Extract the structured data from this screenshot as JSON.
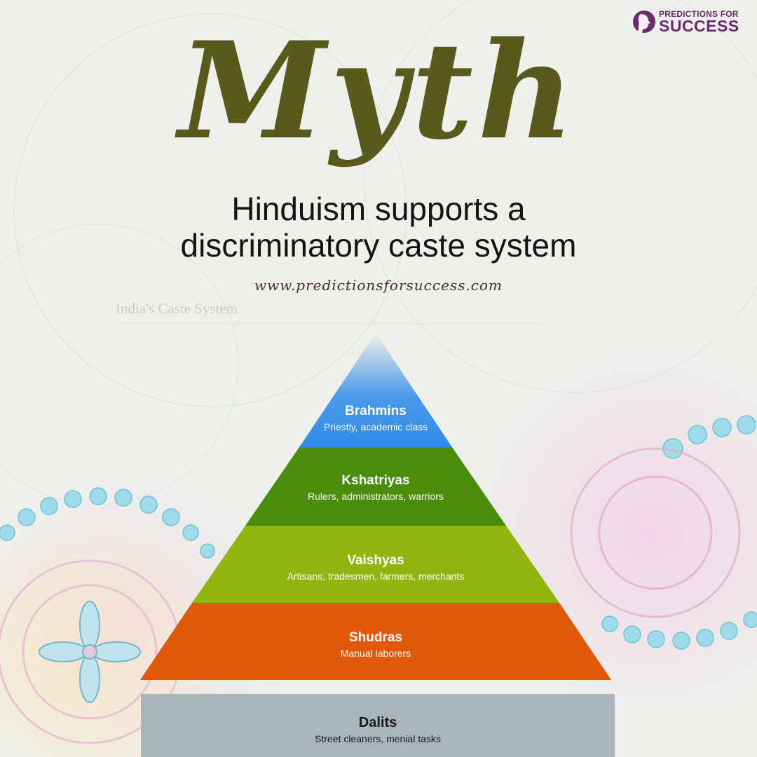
{
  "logo": {
    "line1": "PREDICTIONS FOR",
    "line2": "SUCCESS",
    "color": "#6a2a6e"
  },
  "heading": "Myth",
  "claim": {
    "line1": "Hinduism supports a",
    "line2": "discriminatory caste system"
  },
  "url": "www.predictionsforsuccess.com",
  "diagram": {
    "caption": "India's Caste System",
    "tiers": [
      {
        "name": "Brahmins",
        "description": "Priestly, academic class",
        "color": "#2f8be8"
      },
      {
        "name": "Kshatriyas",
        "description": "Rulers, administrators, warriors",
        "color": "#4a8c0c"
      },
      {
        "name": "Vaishyas",
        "description": "Artisans, tradesmen, farmers, merchants",
        "color": "#93b50f"
      },
      {
        "name": "Shudras",
        "description": "Manual laborers",
        "color": "#e2580a"
      }
    ],
    "base": {
      "name": "Dalits",
      "description": "Street cleaners, menial tasks",
      "color": "#aab5bb"
    }
  }
}
